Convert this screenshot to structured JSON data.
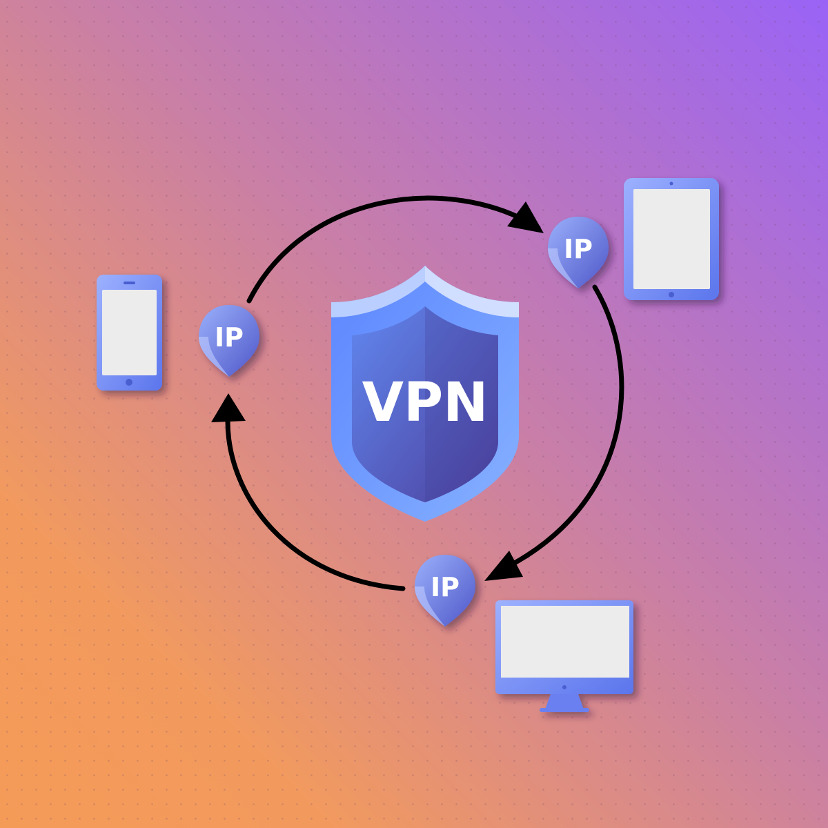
{
  "colors": {
    "bg_top_right": "#9a66f4",
    "bg_mid": "#c77fa8",
    "bg_bottom_left": "#f4995b",
    "device_frame_light": "#8fa6fb",
    "device_frame_dark": "#5f79ee",
    "screen": "#ececec",
    "shield_light": "#7ea9ff",
    "shield_dark": "#4a46a8",
    "arrow": "#000000",
    "pin_light": "#8aa2f5",
    "pin_dark": "#5560cc"
  },
  "shield": {
    "label": "VPN",
    "icon": "shield-icon"
  },
  "pins": [
    {
      "id": "pin-left",
      "label": "IP",
      "icon": "location-pin-icon"
    },
    {
      "id": "pin-top-right",
      "label": "IP",
      "icon": "location-pin-icon"
    },
    {
      "id": "pin-bottom",
      "label": "IP",
      "icon": "location-pin-icon"
    }
  ],
  "devices": [
    {
      "id": "phone",
      "icon": "smartphone-icon"
    },
    {
      "id": "tablet",
      "icon": "tablet-icon"
    },
    {
      "id": "monitor",
      "icon": "desktop-monitor-icon"
    }
  ],
  "arrows": [
    {
      "from": "pin-left",
      "to": "pin-top-right"
    },
    {
      "from": "pin-top-right",
      "to": "pin-bottom"
    },
    {
      "from": "pin-bottom",
      "to": "pin-left"
    }
  ]
}
